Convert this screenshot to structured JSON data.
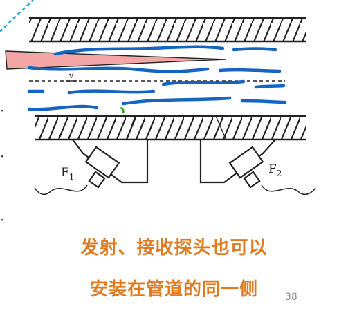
{
  "captions": {
    "line1": "发射、接收探头也可以",
    "line2": "安装在管道的同一侧"
  },
  "page_number": "38",
  "labels": {
    "probe1": "F",
    "probe1_sub": "1",
    "probe2": "F",
    "probe2_sub": "2",
    "velocity": "v"
  },
  "colors": {
    "caption": "#e07a1f",
    "page_number": "#8c8c8c",
    "wave_stroke": "#1565c0",
    "beam_fill": "#f4a6a6",
    "line": "#222222",
    "corner_accent": "#2aa6e0",
    "green_mark": "#22aa22"
  },
  "icons": {
    "corner": "dashed-corner-mark",
    "probe": "ultrasonic-transducer-icon"
  }
}
